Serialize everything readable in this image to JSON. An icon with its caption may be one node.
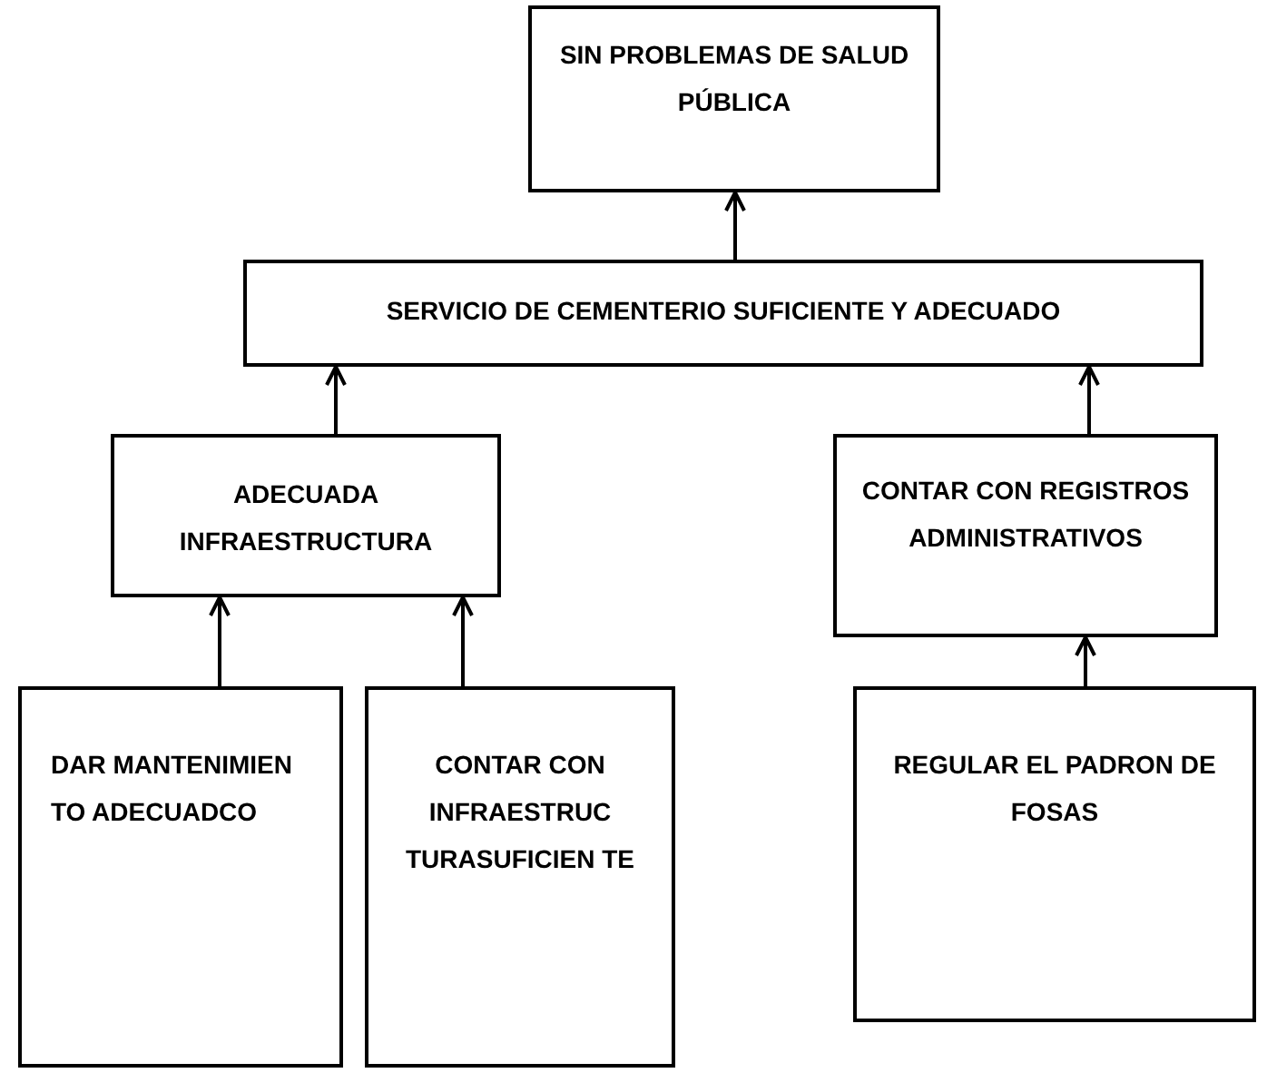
{
  "diagram": {
    "nodes": [
      {
        "text": [
          "SIN PROBLEMAS DE SALUD PÚBLICA"
        ]
      },
      {
        "text": [
          "SERVICIO DE CEMENTERIO SUFICIENTE Y ADECUADO"
        ]
      },
      {
        "text": [
          "ADECUADA INFRAESTRUCTURA"
        ]
      },
      {
        "text": [
          "CONTAR CON REGISTROS ADMINISTRATIVOS"
        ]
      },
      {
        "text": [
          "DAR MANTENIMIEN TO ADECUADCO"
        ]
      },
      {
        "text": [
          "CONTAR CON INFRAESTRUC TURASUFICIEN TE"
        ]
      },
      {
        "text": [
          "REGULAR EL PADRON DE FOSAS"
        ]
      }
    ],
    "edges": [
      {
        "from": 1,
        "to": 0,
        "arrow": "to"
      },
      {
        "from": 2,
        "to": 1,
        "arrow": "to"
      },
      {
        "from": 3,
        "to": 1,
        "arrow": "to"
      },
      {
        "from": 4,
        "to": 2,
        "arrow": "to"
      },
      {
        "from": 5,
        "to": 2,
        "arrow": "to"
      },
      {
        "from": 6,
        "to": 3,
        "arrow": "to"
      }
    ]
  }
}
